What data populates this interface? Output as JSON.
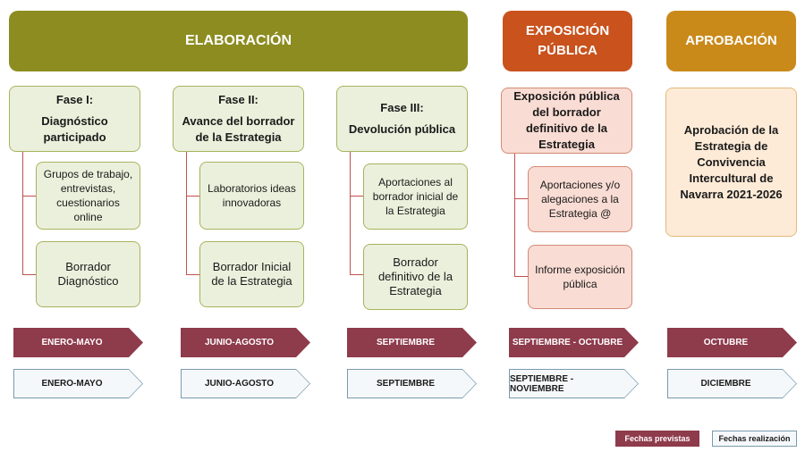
{
  "banners": {
    "elaboracion": "ELABORACIÓN",
    "exposicion_line1": "EXPOSICIÓN",
    "exposicion_line2": "PÚBLICA",
    "aprobacion": "APROBACIÓN"
  },
  "columns": [
    {
      "title_line1": "Fase I:",
      "title_line2": "Diagnóstico participado",
      "items": [
        "Grupos de trabajo, entrevistas, cuestionarios online",
        "Borrador Diagnóstico"
      ],
      "planned": "ENERO-MAYO",
      "actual": "ENERO-MAYO"
    },
    {
      "title_line1": "Fase II:",
      "title_line2": "Avance del borrador de la Estrategia",
      "items": [
        "Laboratorios ideas innovadoras",
        "Borrador Inicial de la Estrategia"
      ],
      "planned": "JUNIO-AGOSTO",
      "actual": "JUNIO-AGOSTO"
    },
    {
      "title_line1": "Fase III:",
      "title_line2": "Devolución pública",
      "items": [
        "Aportaciones al borrador inicial de la Estrategia",
        "Borrador definitivo de la Estrategia"
      ],
      "planned": "SEPTIEMBRE",
      "actual": "SEPTIEMBRE"
    },
    {
      "title_line1": "",
      "title_line2": "Exposición pública del borrador definitivo de la Estrategia",
      "items": [
        "Aportaciones y/o alegaciones a la Estrategia @",
        "Informe exposición pública"
      ],
      "planned": "SEPTIEMBRE - OCTUBRE",
      "actual": "SEPTIEMBRE -NOVIEMBRE"
    },
    {
      "title_line1": "",
      "title_line2": "Aprobación de la Estrategia de Convivencia Intercultural de Navarra 2021-2026",
      "items": [],
      "planned": "OCTUBRE",
      "actual": "DICIEMBRE"
    }
  ],
  "legend": {
    "planned_label": "Fechas previstas",
    "actual_label": "Fechas realización"
  },
  "colors": {
    "elaboracion": "#8c8c21",
    "exposicion": "#c9521d",
    "aprobacion": "#c98a1a",
    "planned_arrow": "#8e3b4c",
    "connector": "#c0504d"
  }
}
